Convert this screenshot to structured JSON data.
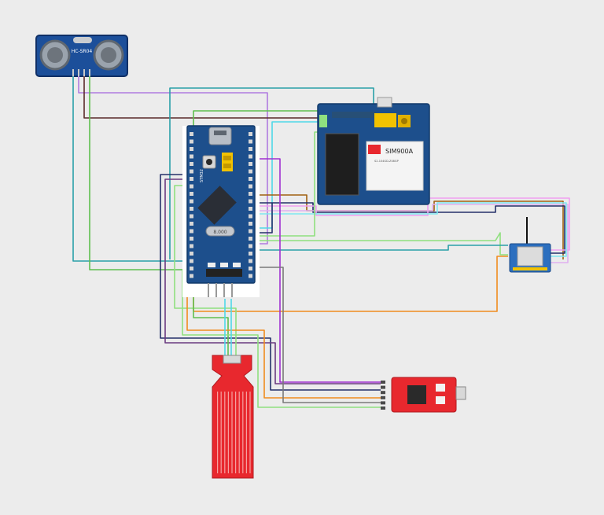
{
  "ultrasonic": {
    "label": "HC-SR04"
  },
  "gsm": {
    "chip_label": "SIM900A",
    "chip_sublabel": "S2-104GD-Z08GP"
  },
  "mcu": {
    "chip_top": "STM32",
    "crystal_label": "8.000"
  },
  "colors": {
    "teal": "#2aa0a8",
    "purple": "#b07be0",
    "maroon": "#5a2a2a",
    "green": "#5fbf4f",
    "darkblue": "#2a3a7a",
    "orange": "#f08c1e",
    "brown": "#a06010",
    "lightgreen": "#8fe07f",
    "cyan": "#4fd8e8",
    "violet": "#a030d0",
    "pink": "#f0a0f0",
    "navy": "#24306a",
    "board_blue": "#1d4f8c",
    "red_pcb": "#e8282e"
  }
}
